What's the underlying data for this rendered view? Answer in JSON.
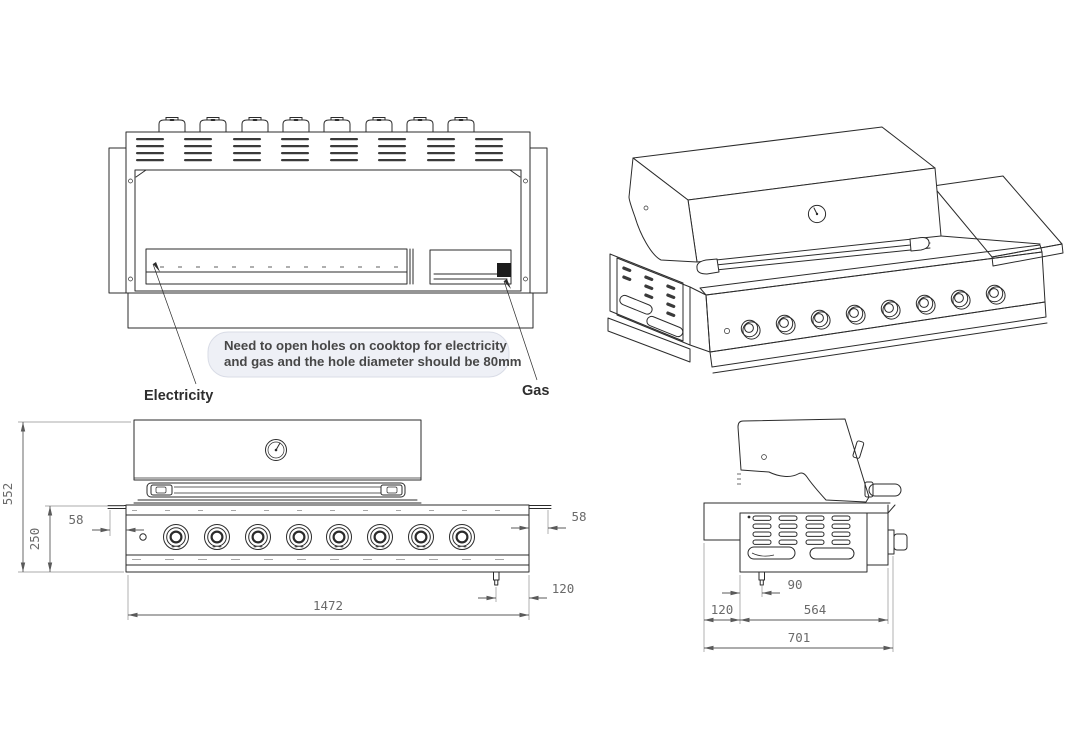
{
  "callout": {
    "line1": "Need to open holes on cooktop for electricity",
    "line2": "and gas and the hole diameter should be 80mm"
  },
  "labels": {
    "electricity": "Electricity",
    "gas": "Gas"
  },
  "dims": {
    "front": {
      "total_height": "552",
      "body_height": "250",
      "left_inset": "58",
      "right_inset": "58",
      "gas_offset": "120",
      "body_width": "1472"
    },
    "side": {
      "gas_offset": "90",
      "front_overhang": "120",
      "body_depth": "564",
      "total_depth": "701"
    }
  },
  "colors": {
    "line": "#2b2b2b",
    "dimension": "#5a5a5a",
    "dimension_text": "#6a6a6a",
    "callout_bg": "#eef0f6",
    "callout_border": "#d9dce6",
    "background": "#ffffff"
  }
}
